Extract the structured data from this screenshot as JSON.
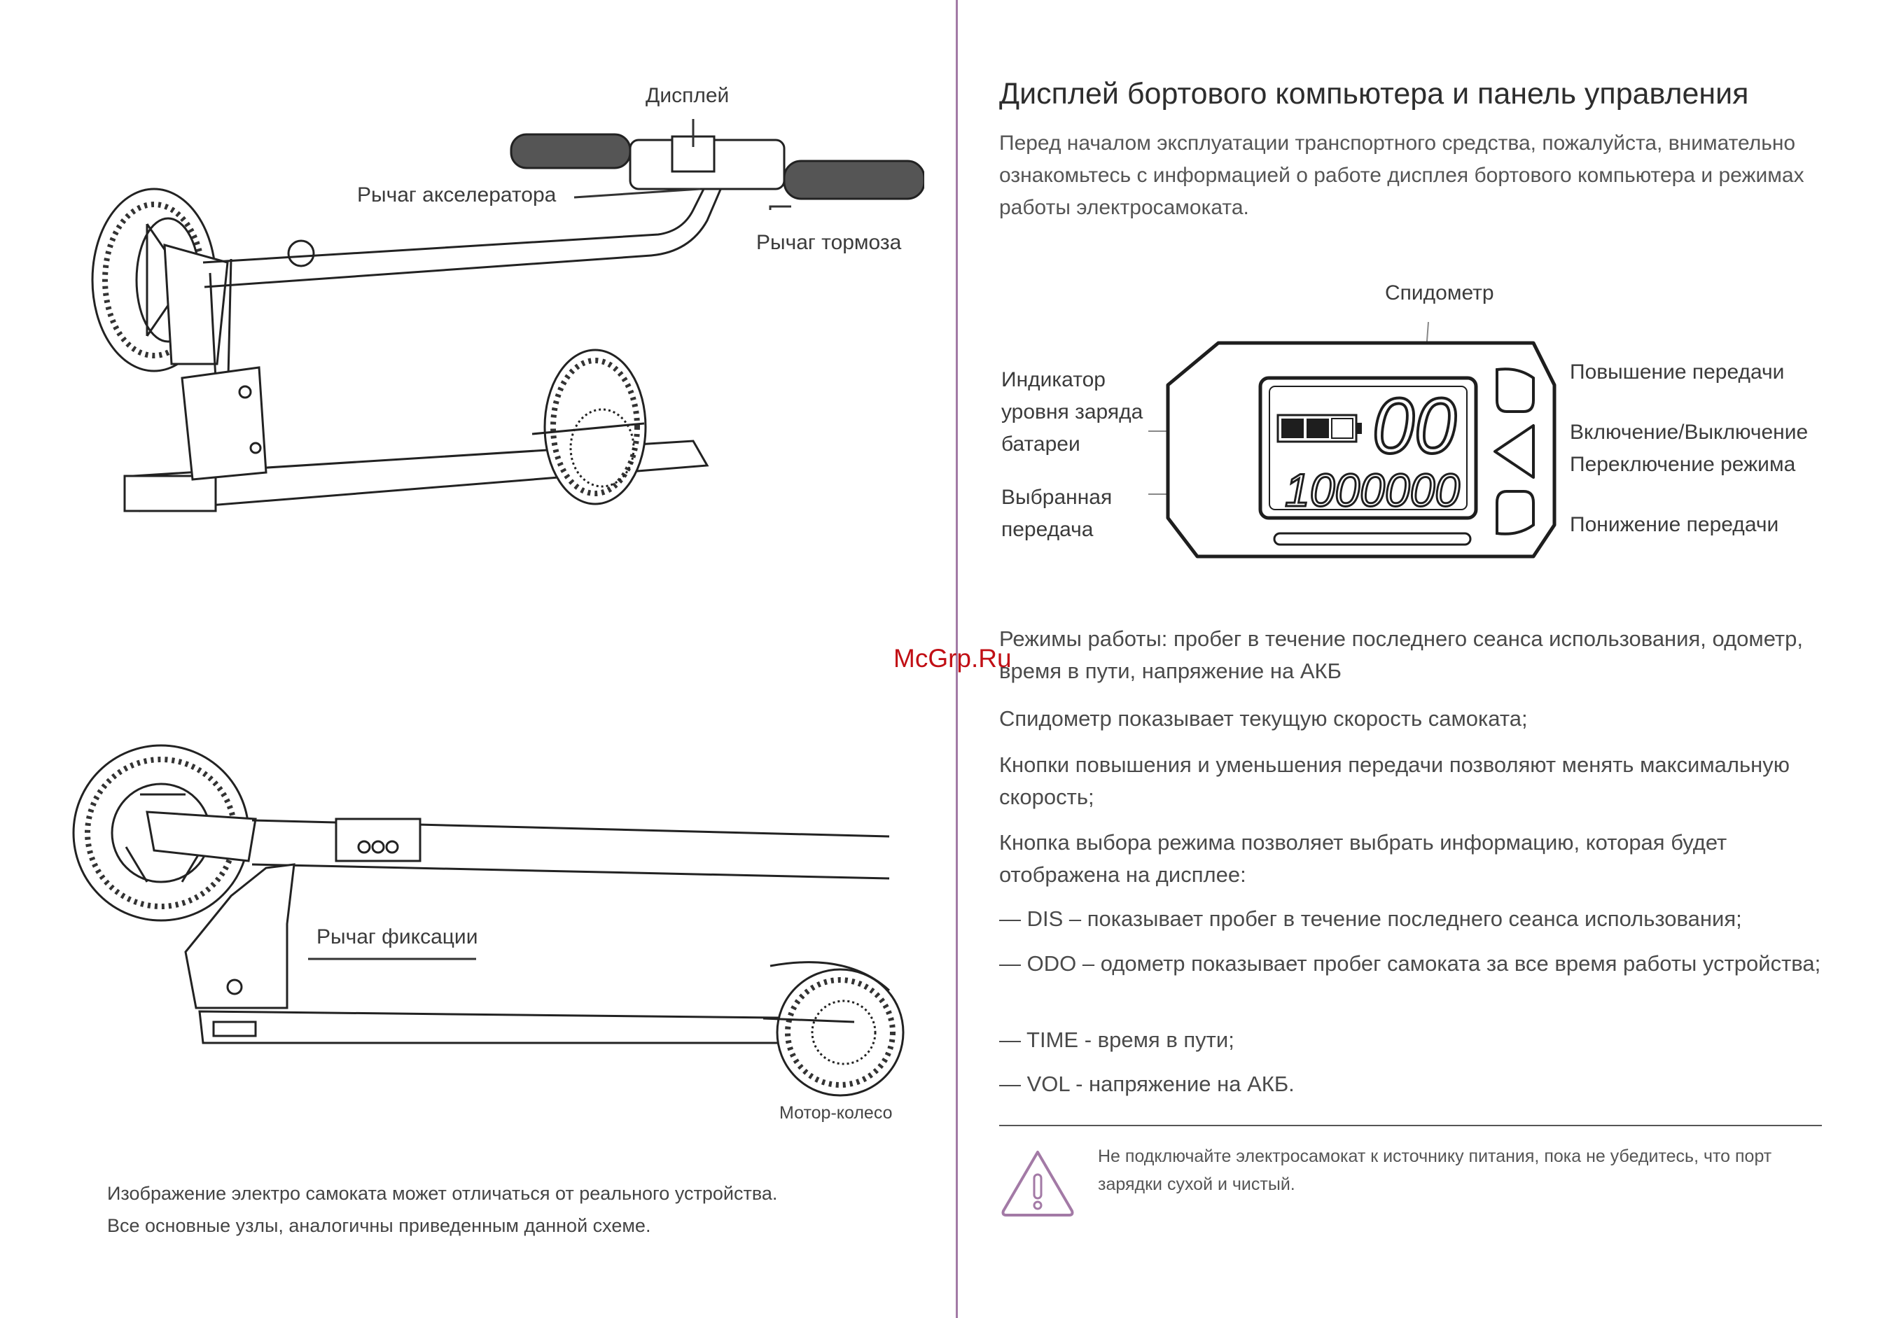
{
  "left": {
    "scooter_top_labels": {
      "display": "Дисплей",
      "accelerator": "Рычаг акселератора",
      "brake": "Рычаг тормоза"
    },
    "scooter_bottom_labels": {
      "lock": "Рычаг фиксации",
      "motor": "Мотор-колесо"
    },
    "note": [
      "Изображение электро самоката может отличаться от реального устройства.",
      "Все основные узлы, аналогичны приведенным данной схеме."
    ]
  },
  "right": {
    "title": "Дисплей бортового компьютера и панель управления",
    "intro": "Перед началом эксплуатации транспортного средства, пожалуйста, внимательно ознакомьтесь с информацией о работе дисплея бортового компьютера и режимах работы электросамоката.",
    "display_diagram": {
      "speedometer": "Спидометр",
      "battery_lines": [
        "Индикатор",
        "уровня заряда",
        "батареи"
      ],
      "gear_lines": [
        "Выбранная",
        "передача"
      ],
      "gear_up": "Повышение передачи",
      "power_lines": [
        "Включение/Выключение",
        "Переключение режима"
      ],
      "gear_down": "Понижение передачи",
      "speed_value": "00",
      "odometer_value": "1000000"
    },
    "paragraphs": [
      "Режимы работы:  пробег в течение последнего сеанса использования, одометр, время в пути, напряжение на АКБ",
      "Спидометр показывает текущую скорость самоката;",
      "Кнопки повышения и уменьшения передачи позволяют менять максимальную скорость;",
      "Кнопка выбора режима позволяет выбрать информацию, которая будет отображена на дисплее:",
      "— DIS – показывает пробег в течение последнего сеанса использования;",
      "— ODO – одометр показывает пробег самоката за все время работы устройства;",
      "— TIME - время в пути;",
      "— VOL - напряжение на АКБ."
    ],
    "warning": "Не подключайте электросамокат к источнику питания, пока не убедитесь, что порт зарядки сухой и чистый."
  },
  "watermark": "McGrp.Ru",
  "colors": {
    "divider": "#a37aa6",
    "warning_icon": "#a37aa6",
    "watermark": "#c10f15"
  }
}
